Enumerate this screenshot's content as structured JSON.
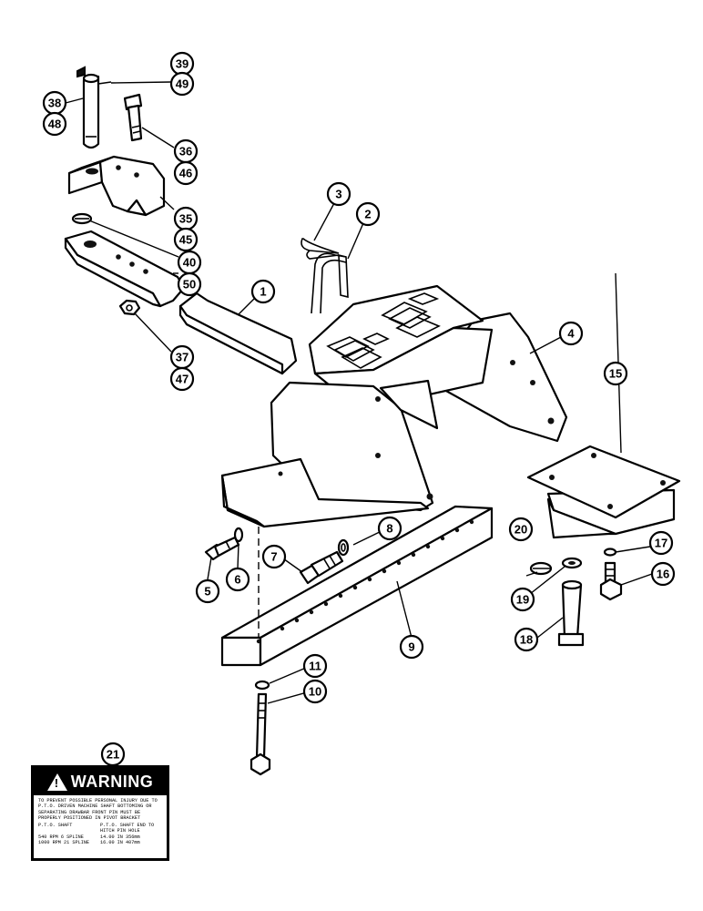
{
  "callouts": {
    "c1": "1",
    "c2": "2",
    "c3": "3",
    "c4": "4",
    "c5": "5",
    "c6": "6",
    "c7": "7",
    "c8": "8",
    "c9": "9",
    "c10": "10",
    "c11": "11",
    "c15": "15",
    "c16": "16",
    "c17": "17",
    "c18": "18",
    "c19": "19",
    "c20": "20",
    "c21": "21",
    "c35": "35",
    "c36": "36",
    "c37": "37",
    "c38": "38",
    "c39": "39",
    "c40": "40",
    "c45": "45",
    "c46": "46",
    "c47": "47",
    "c48": "48",
    "c49": "49",
    "c50": "50"
  },
  "warning": {
    "header": "WARNING",
    "symbol": "!",
    "text": "TO PREVENT POSSIBLE PERSONAL INJURY DUE TO P.T.O. DRIVEN MACHINE SHAFT BOTTOMING OR SEPARATING DRAWBAR FRONT PIN MUST BE PROPERLY POSITIONED IN PIVOT BRACKET",
    "col_left_header": "P.T.O. SHAFT",
    "col_right_header": "P.T.O. SHAFT END TO HITCH PIN HOLE",
    "row1_left": "540 RPM 6 SPLINE",
    "row1_right": "14.00 IN 356mm",
    "row2_left": "1000 RPM 21 SPLINE",
    "row2_right": "16.00 IN 407mm"
  }
}
